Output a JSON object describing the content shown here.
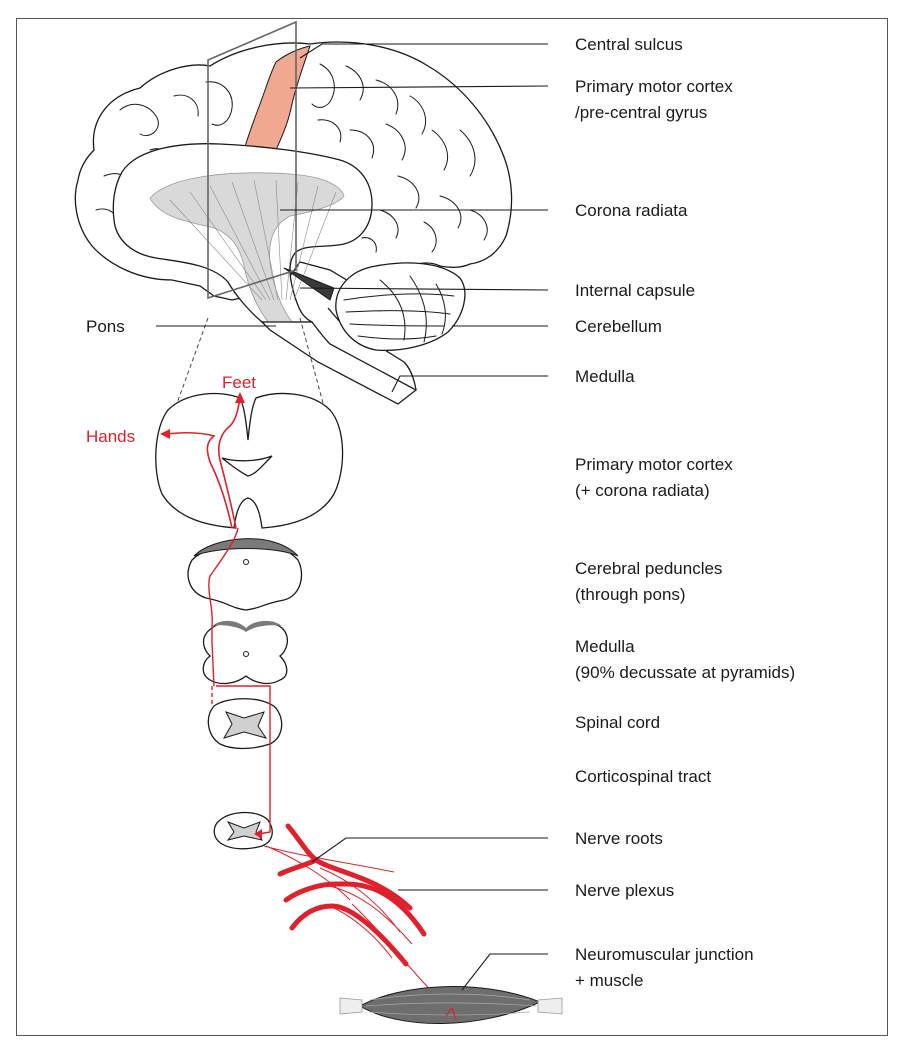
{
  "labels": {
    "central_sulcus": "Central sulcus",
    "primary_motor_cortex_1": "Primary motor cortex",
    "primary_motor_cortex_2": "/pre-central gyrus",
    "corona_radiata": "Corona radiata",
    "internal_capsule": "Internal capsule",
    "cerebellum": "Cerebellum",
    "pons": "Pons",
    "medulla": "Medulla",
    "feet": "Feet",
    "hands": "Hands",
    "level_cortex_1": "Primary motor cortex",
    "level_cortex_2": "(+ corona radiata)",
    "level_peduncles_1": "Cerebral peduncles",
    "level_peduncles_2": "(through pons)",
    "level_medulla_1": "Medulla",
    "level_medulla_2": "(90% decussate at pyramids)",
    "level_spinal_cord": "Spinal cord",
    "level_tract": "Corticospinal tract",
    "nerve_roots": "Nerve roots",
    "nerve_plexus": "Nerve plexus",
    "nmj_1": "Neuromuscular junction",
    "nmj_2": "+ muscle"
  },
  "colors": {
    "tract": "#e0202a",
    "motor_cortex": "#f0a890",
    "white_matter": "#d9d9d9",
    "muscle": "#6e6e6e",
    "outline": "#1a1a1a"
  }
}
